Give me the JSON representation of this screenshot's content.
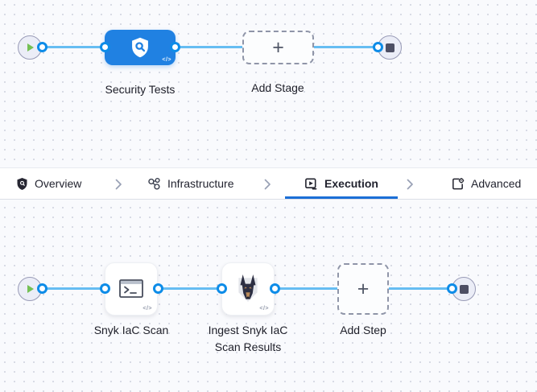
{
  "app": {
    "view": "pipeline-studio"
  },
  "colors": {
    "accent_blue": "#2081e2",
    "line_blue": "#66bdf2",
    "connector_blue": "#0d8ce8",
    "active_tab_underline": "#1b6fd6",
    "start_green": "#74c055",
    "stop_dark": "#4d4f64",
    "canvas_bg": "#f9fafd"
  },
  "stage_graph": {
    "start_icon": "play-icon",
    "end_icon": "stop-icon",
    "stage": {
      "label": "Security Tests",
      "icon": "shield-scan-icon",
      "badge": "</>"
    },
    "add_stage": {
      "label": "Add Stage",
      "plus": "+"
    }
  },
  "tabs": {
    "separator_icon": "chevron-right-icon",
    "items": [
      {
        "label": "Overview",
        "icon": "shield-icon",
        "active": false
      },
      {
        "label": "Infrastructure",
        "icon": "infrastructure-nodes-icon",
        "active": false
      },
      {
        "label": "Execution",
        "icon": "play-square-icon",
        "active": true
      },
      {
        "label": "Advanced",
        "icon": "document-gear-icon",
        "active": false
      }
    ]
  },
  "step_graph": {
    "start_icon": "play-icon",
    "end_icon": "stop-icon",
    "steps": [
      {
        "label": "Snyk IaC Scan",
        "icon": "terminal-icon",
        "badge": "</>"
      },
      {
        "label": "Ingest Snyk IaC Scan Results",
        "icon": "doberman-icon",
        "badge": "</>"
      }
    ],
    "add_step": {
      "label": "Add Step",
      "plus": "+"
    }
  }
}
